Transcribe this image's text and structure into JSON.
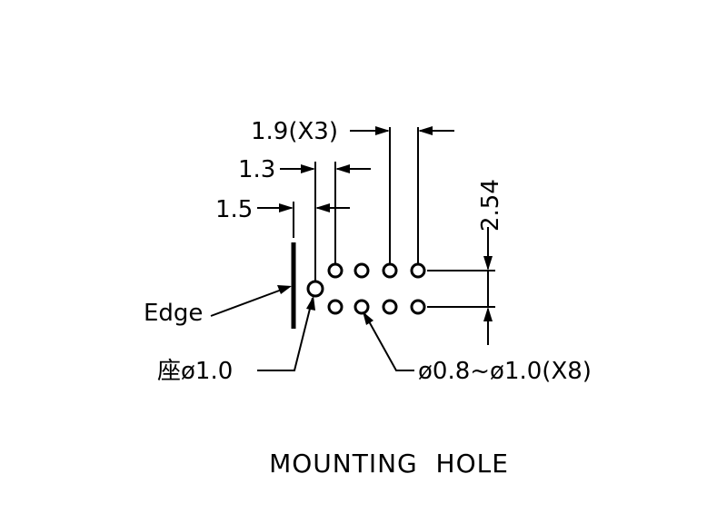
{
  "diagram": {
    "title": "MOUNTING  HOLE",
    "dimensions": {
      "pitch_x3": "1.9(X3)",
      "offset_1_3": "1.3",
      "offset_1_5": "1.5",
      "row_pitch": "2.54"
    },
    "callouts": {
      "edge": "Edge",
      "boss_hole": "座ø1.0",
      "pin_holes": "ø0.8~ø1.0(X8)"
    }
  }
}
